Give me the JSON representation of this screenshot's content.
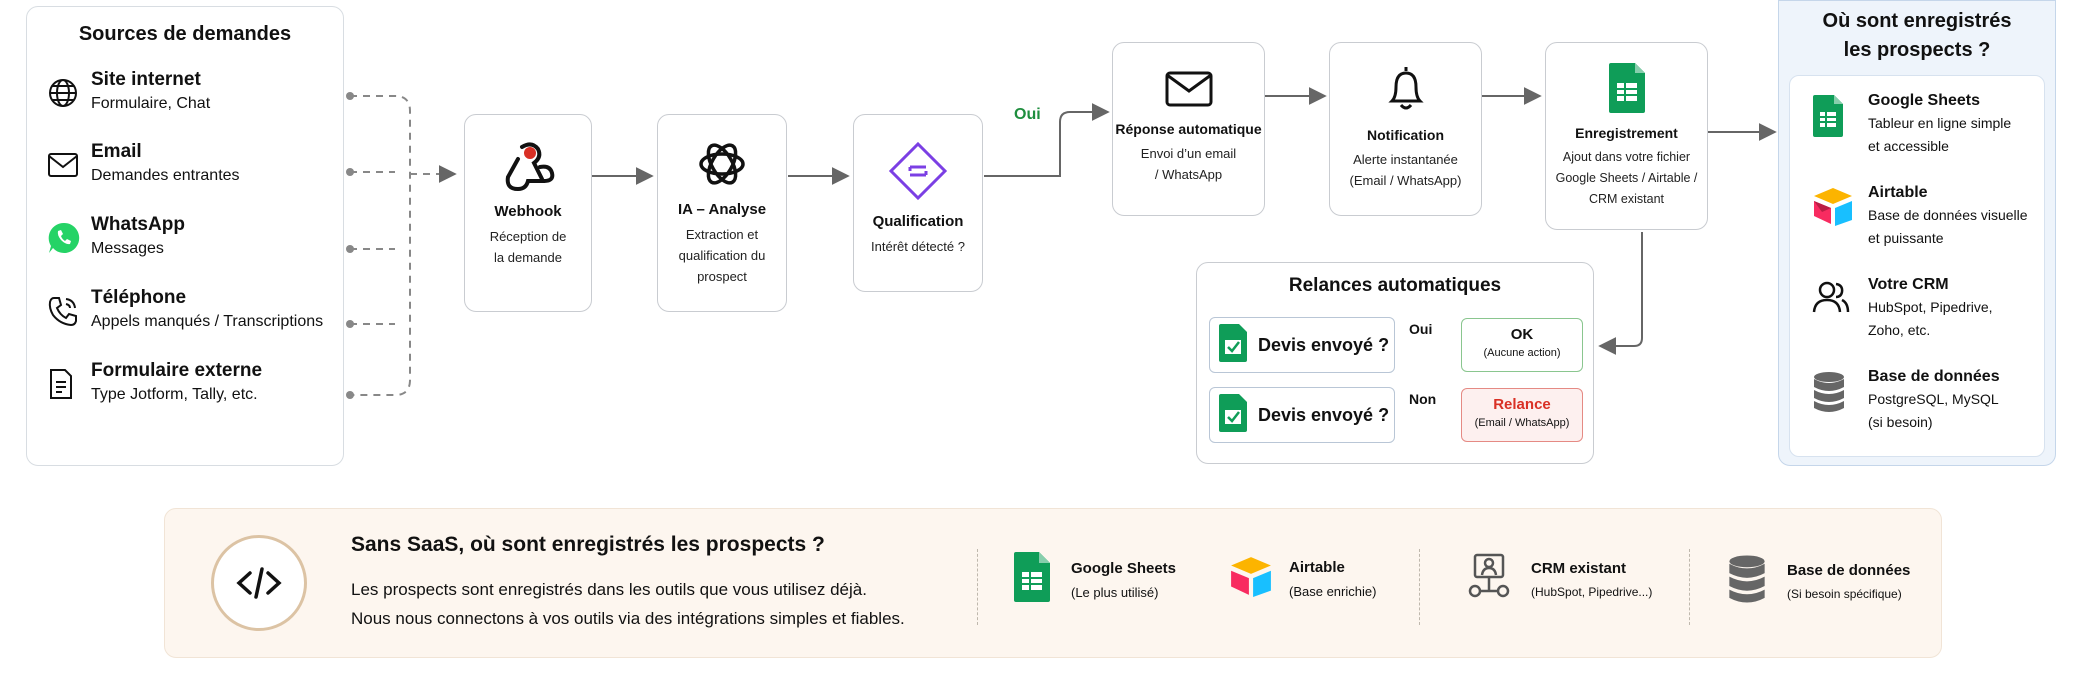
{
  "sources": {
    "title": "Sources de demandes",
    "items": [
      {
        "title": "Site internet",
        "subtitle": "Formulaire, Chat",
        "icon": "globe-icon"
      },
      {
        "title": "Email",
        "subtitle": "Demandes entrantes",
        "icon": "mail-icon"
      },
      {
        "title": "WhatsApp",
        "subtitle": "Messages",
        "icon": "whatsapp-icon"
      },
      {
        "title": "Téléphone",
        "subtitle": "Appels manqués / Transcriptions",
        "icon": "phone-icon"
      },
      {
        "title": "Formulaire externe",
        "subtitle": "Type Jotform, Tally, etc.",
        "icon": "form-icon"
      }
    ]
  },
  "flow": {
    "webhook": {
      "title": "Webhook",
      "line1": "Réception de",
      "line2": "la demande",
      "icon": "webhook-icon"
    },
    "ia": {
      "title": "IA – Analyse",
      "line1": "Extraction et",
      "line2": "qualification du",
      "line3": "prospect",
      "icon": "openai-icon"
    },
    "qualification": {
      "title": "Qualification",
      "line1": "Intérêt détecté ?",
      "icon": "diamond-icon"
    },
    "oui_label": "Oui",
    "reponse": {
      "title": "Réponse automatique",
      "line1": "Envoi d’un email",
      "line2": "/ WhatsApp",
      "icon": "mail-icon"
    },
    "notification": {
      "title": "Notification",
      "line1": "Alerte instantanée",
      "line2": "(Email / WhatsApp)",
      "icon": "bell-icon"
    },
    "enregistrement": {
      "title": "Enregistrement",
      "line1": "Ajout dans votre fichier",
      "line2": "Google Sheets / Airtable /",
      "line3": "CRM existant",
      "icon": "google-sheets-icon"
    }
  },
  "relances": {
    "title": "Relances automatiques",
    "rows": [
      {
        "question": "Devis envoyé ?",
        "branch": "Oui",
        "result": "OK",
        "result_sub": "(Aucune action)"
      },
      {
        "question": "Devis envoyé ?",
        "branch": "Non",
        "result": "Relance",
        "result_sub": "(Email / WhatsApp)"
      }
    ]
  },
  "storage": {
    "title1": "Où sont enregistrés",
    "title2": "les prospects ?",
    "items": [
      {
        "title": "Google Sheets",
        "line1": "Tableur en ligne simple",
        "line2": "et accessible",
        "icon": "google-sheets-icon"
      },
      {
        "title": "Airtable",
        "line1": "Base de données visuelle",
        "line2": "et puissante",
        "icon": "airtable-icon"
      },
      {
        "title": "Votre CRM",
        "line1": "HubSpot, Pipedrive,",
        "line2": "Zoho, etc.",
        "icon": "users-icon"
      },
      {
        "title": "Base de données",
        "line1": "PostgreSQL, MySQL",
        "line2": "(si besoin)",
        "icon": "database-icon"
      }
    ]
  },
  "bottom": {
    "heading": "Sans SaaS, où sont enregistrés les prospects ?",
    "line1": "Les prospects sont enregistrés dans les outils que vous utilisez déjà.",
    "line2": "Nous nous connectons à vos outils via des intégrations simples et fiables.",
    "icon": "code-icon",
    "tools": [
      {
        "title": "Google Sheets",
        "sub": "(Le plus utilisé)",
        "icon": "google-sheets-icon"
      },
      {
        "title": "Airtable",
        "sub": "(Base enrichie)",
        "icon": "airtable-icon"
      },
      {
        "title": "CRM existant",
        "sub": "(HubSpot, Pipedrive...)",
        "icon": "crm-icon"
      },
      {
        "title": "Base de données",
        "sub": "(Si besoin spécifique)",
        "icon": "database-icon"
      }
    ]
  },
  "colors": {
    "green": "#1e8e3e",
    "red": "#d93025",
    "purple": "#7b3fe4",
    "sheets": "#0f9d58"
  }
}
